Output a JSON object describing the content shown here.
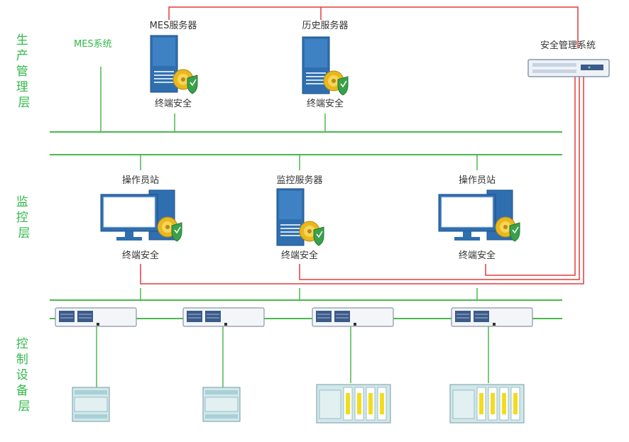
{
  "layers": {
    "production": [
      "生",
      "产",
      "管",
      "理",
      "层"
    ],
    "monitoring": [
      "监",
      "控",
      "层"
    ],
    "control": [
      "控",
      "制",
      "设",
      "备",
      "层"
    ]
  },
  "labels": {
    "mes_system": "MES系统",
    "mes_server": "MES服务器",
    "history_server": "历史服务器",
    "security_mgmt": "安全管理系统",
    "operator_station": "操作员站",
    "monitor_server": "监控服务器",
    "endpoint_security": "终端安全"
  },
  "colors": {
    "network_line": "#4cb84c",
    "security_link": "#e23c3c",
    "server_blue": "#2f6fb0",
    "shield_green": "#3aa14a",
    "plc_yellow": "#f2dc1c"
  }
}
